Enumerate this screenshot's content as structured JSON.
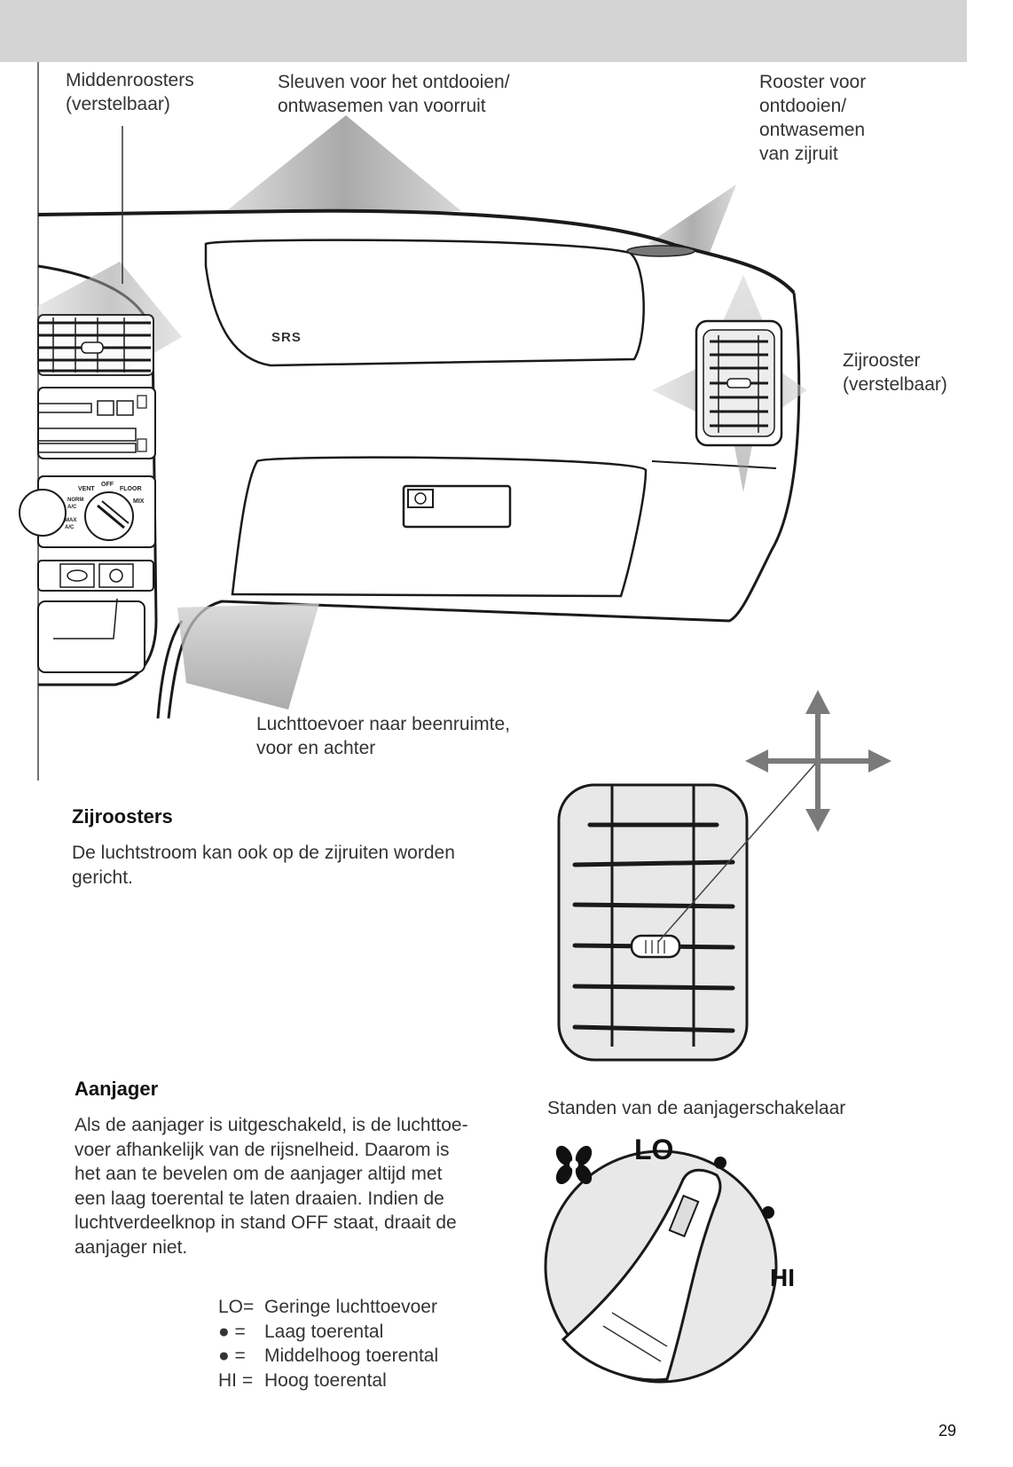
{
  "labels": {
    "center_vents": [
      "Middenroosters",
      "(verstelbaar)"
    ],
    "defrost_slots": [
      "Sleuven voor het ontdooien/",
      "ontwasemen van voorruit"
    ],
    "side_window_vent": [
      "Rooster voor",
      "ontdooien/",
      "ontwasemen",
      "van zijruit"
    ],
    "side_vent": [
      "Zijrooster",
      "(verstelbaar)"
    ],
    "footwell": [
      "Luchttoevoer naar beenruimte,",
      "voor en achter"
    ],
    "srs": "SRS"
  },
  "panel_markings": {
    "vent": "VENT",
    "off": "OFF",
    "floor": "FLOOR",
    "norm_ac": "NORM A/C",
    "max_ac": "MAX A/C",
    "mix": "MIX"
  },
  "section_side": {
    "heading": "Zijroosters",
    "body": [
      "De luchtstroom kan ook op de zijruiten worden",
      "gericht."
    ]
  },
  "section_blower": {
    "heading": "Aanjager",
    "body": [
      "Als de aanjager is uitgeschakeld, is de luchttoe-",
      "voer afhankelijk van de rijsnelheid. Daarom is",
      "het aan te bevelen om de aanjager altijd met",
      "een laag toerental te laten draaien. Indien de",
      "luchtverdeelknop in stand OFF staat, draait de",
      "aanjager niet."
    ],
    "legend": [
      {
        "key": "LO=",
        "value": "Geringe luchttoevoer"
      },
      {
        "key": "●  =",
        "value": "Laag toerental"
      },
      {
        "key": "●  =",
        "value": "Middelhoog toerental"
      },
      {
        "key": "HI =",
        "value": "Hoog toerental"
      }
    ]
  },
  "knob": {
    "caption": "Standen van de aanjagerschakelaar",
    "lo": "LO",
    "hi": "HI",
    "fan_icon": "fan-icon"
  },
  "page_number": "29"
}
